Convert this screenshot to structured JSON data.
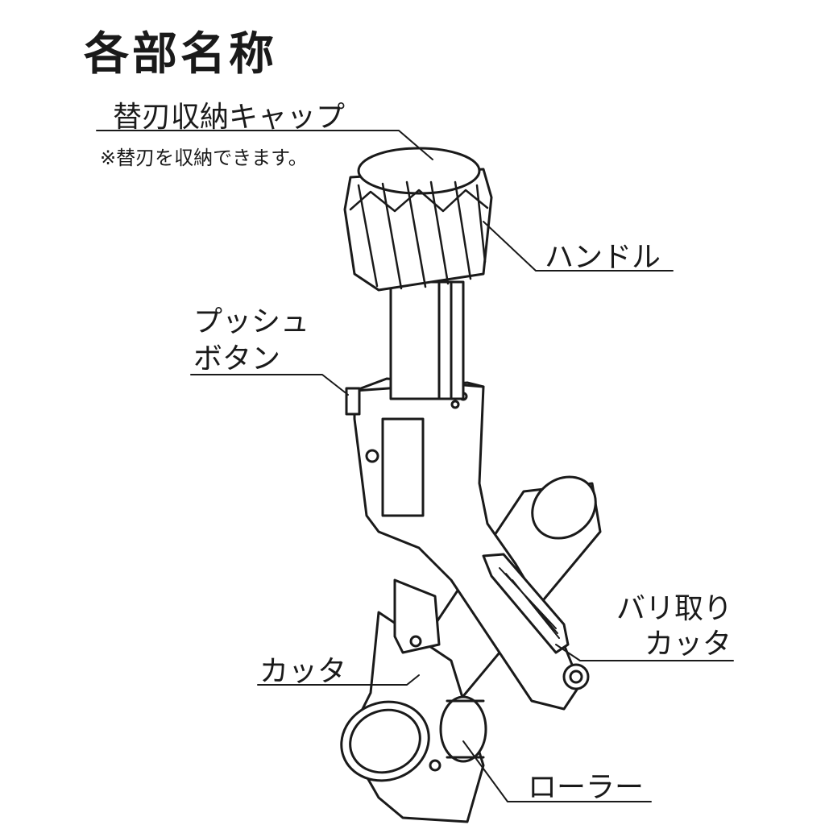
{
  "title": "各部名称",
  "parts": {
    "cap": {
      "label": "替刃収納キャップ",
      "note": "※替刃を収納できます。"
    },
    "handle": {
      "label": "ハンドル"
    },
    "push_button": {
      "line1": "プッシュ",
      "line2": "ボタン"
    },
    "deburr": {
      "line1": "バリ取り",
      "line2": "カッタ"
    },
    "cutter": {
      "label": "カッタ"
    },
    "roller": {
      "label": "ローラー"
    }
  }
}
